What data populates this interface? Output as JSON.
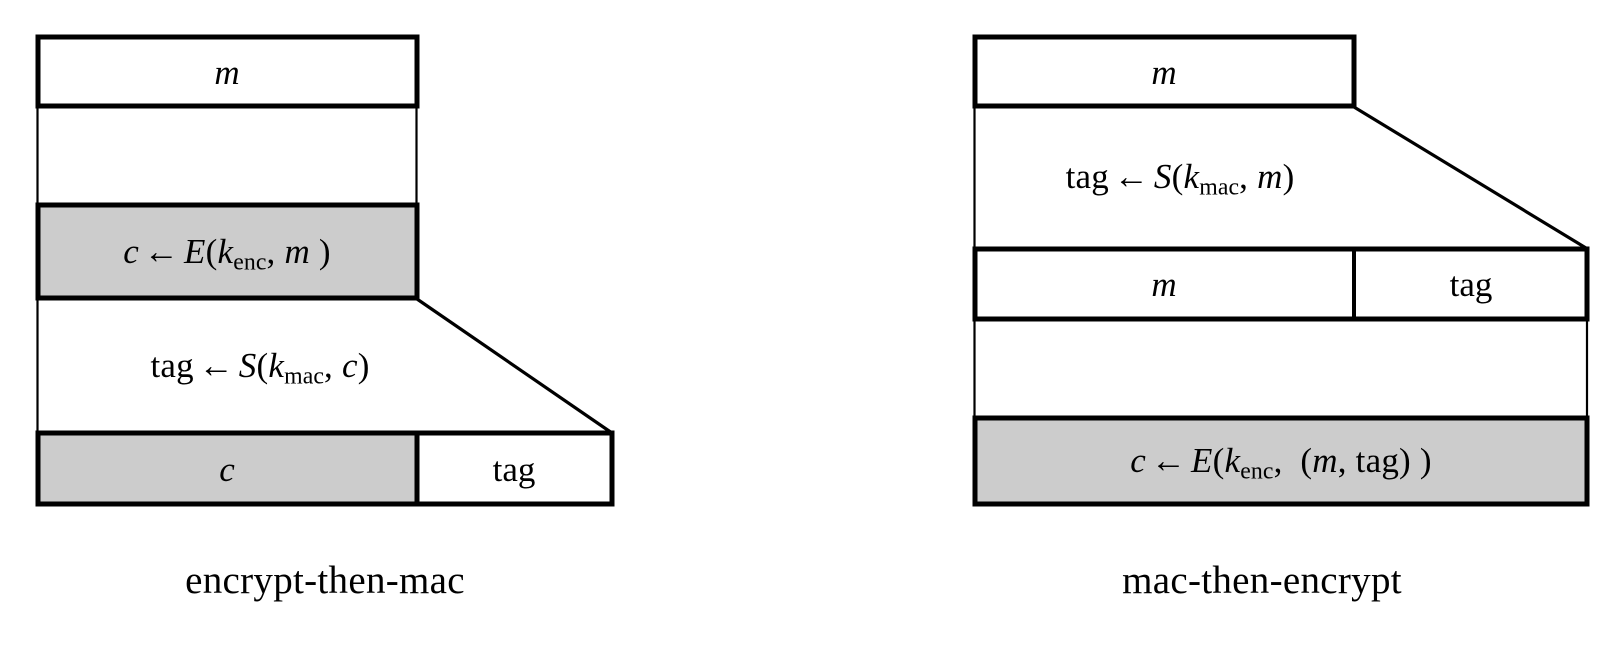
{
  "figure": {
    "type": "diagram",
    "background_color": "#ffffff",
    "line_color": "#000000",
    "highlight_fill": "#cccccc",
    "panels": [
      {
        "id": "encrypt-then-mac",
        "caption": "encrypt-then-mac",
        "elements": {
          "top_box_label": "m",
          "encrypt_step": {
            "result": "c",
            "arrow": "←",
            "function": "E",
            "key": "k",
            "key_sub": "enc",
            "operand": "m",
            "full": "c ← E(k_enc, m )"
          },
          "mac_step": {
            "result": "tag",
            "arrow": "←",
            "function": "S",
            "key": "k",
            "key_sub": "mac",
            "operand": "c",
            "full": "tag ← S(k_mac, c)"
          },
          "output_left_label": "c",
          "output_right_label": "tag"
        }
      },
      {
        "id": "mac-then-encrypt",
        "caption": "mac-then-encrypt",
        "elements": {
          "top_box_label": "m",
          "mac_step": {
            "result": "tag",
            "arrow": "←",
            "function": "S",
            "key": "k",
            "key_sub": "mac",
            "operand": "m",
            "full": "tag ← S(k_mac, m)"
          },
          "middle_left_label": "m",
          "middle_right_label": "tag",
          "encrypt_step": {
            "result": "c",
            "arrow": "←",
            "function": "E",
            "key": "k",
            "key_sub": "enc",
            "operand": "(m, tag)",
            "full": "c ← E(k_enc,  (m, tag) )"
          }
        }
      }
    ]
  }
}
